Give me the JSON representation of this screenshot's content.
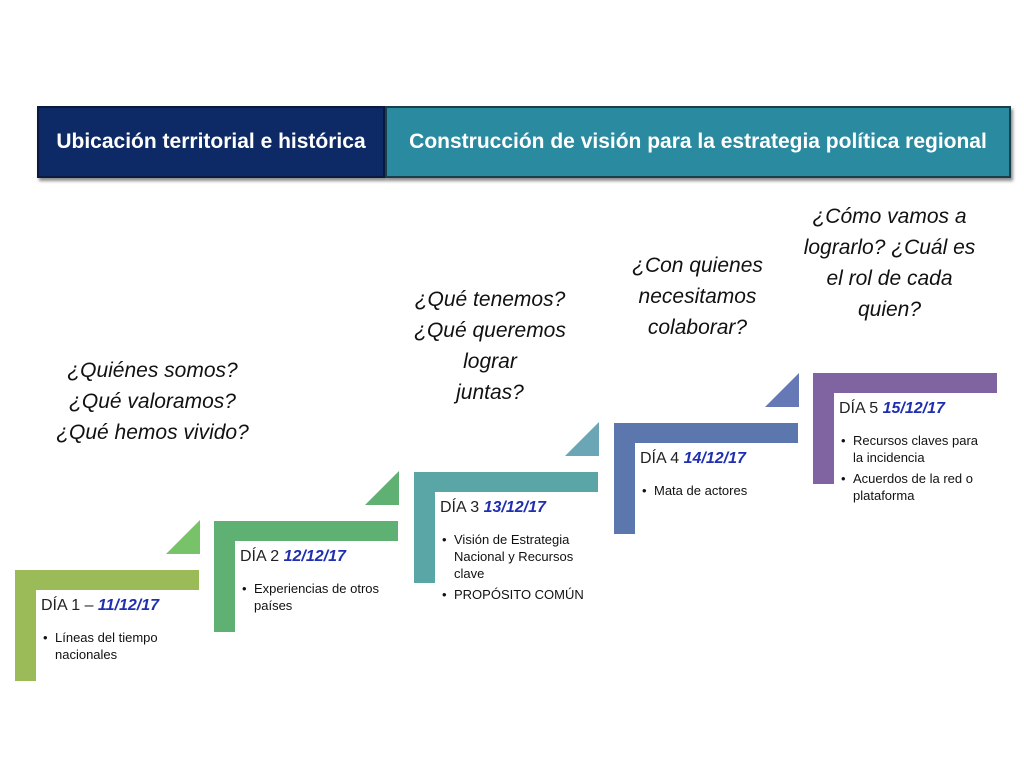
{
  "banners": {
    "left": "Ubicación territorial e histórica",
    "right": "Construcción de visión para la estrategia política regional"
  },
  "questions": [
    [
      "¿Quiénes somos?",
      "¿Qué valoramos?",
      "¿Qué hemos vivido?"
    ],
    [
      "¿Qué tenemos?",
      "¿Qué queremos",
      "lograr",
      "juntas?"
    ],
    [
      "¿Con quienes",
      "necesitamos",
      "colaborar?"
    ],
    [
      "¿Cómo vamos a",
      "lograrlo? ¿Cuál es",
      "el rol  de cada",
      "quien?"
    ]
  ],
  "steps": [
    {
      "label": "DÍA 1 – ",
      "date": "11/12/17",
      "color": "#9bbb59",
      "items": [
        "Líneas del tiempo nacionales"
      ]
    },
    {
      "label": "DÍA 2 ",
      "date": "12/12/17",
      "color": "#5fb073",
      "items": [
        "Experiencias de otros países"
      ]
    },
    {
      "label": "DÍA 3 ",
      "date": "13/12/17",
      "color": "#5aa5a5",
      "items": [
        "Visión de Estrategia Nacional y Recursos clave",
        "PROPÓSITO COMÚN"
      ]
    },
    {
      "label": "DÍA 4 ",
      "date": "14/12/17",
      "color": "#5b77ad",
      "items": [
        "Mata de actores"
      ]
    },
    {
      "label": "DÍA 5 ",
      "date": "15/12/17",
      "color": "#8064a2",
      "items": [
        "Recursos claves para la incidencia",
        "Acuerdos de la red o plataforma"
      ]
    }
  ],
  "arrow_colors": [
    "#78c26a",
    "#5fb073",
    "#6aa6b5",
    "#6678b5"
  ]
}
